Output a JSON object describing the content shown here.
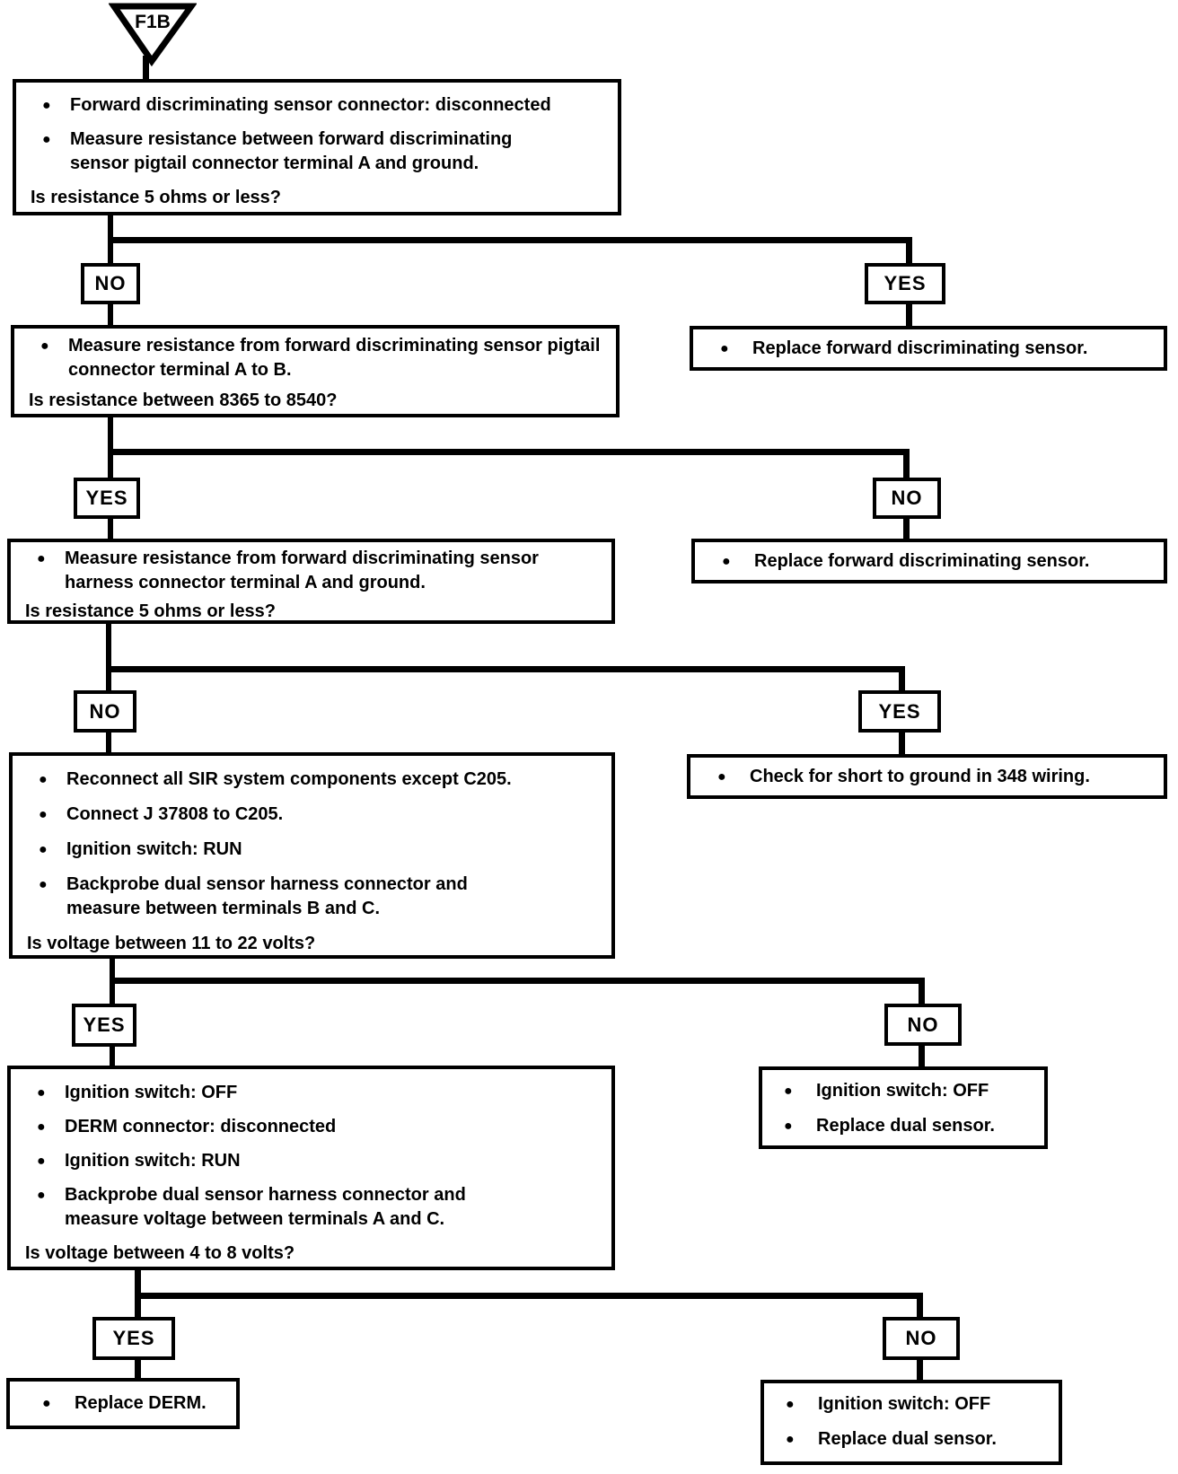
{
  "flag": "F1B",
  "q": [
    {
      "bullets": [
        "Forward discriminating sensor connector: disconnected",
        "Measure resistance between forward discriminating sensor pigtail connector terminal A and ground."
      ],
      "question": "Is resistance 5 ohms or less?"
    },
    {
      "bullets": [
        "Measure resistance from forward discriminating sensor pigtail connector terminal A to B."
      ],
      "question": "Is resistance between 8365 to 8540?"
    },
    {
      "bullets": [
        "Measure resistance from forward discriminating sensor harness connector terminal A and ground."
      ],
      "question": "Is resistance 5 ohms or less?"
    },
    {
      "bullets": [
        "Reconnect all SIR system components except C205.",
        "Connect J 37808 to C205.",
        "Ignition switch: RUN",
        "Backprobe dual sensor harness connector and measure between terminals B and C."
      ],
      "question": "Is voltage between 11 to 22 volts?"
    },
    {
      "bullets": [
        "Ignition switch: OFF",
        "DERM connector: disconnected",
        "Ignition switch: RUN",
        "Backprobe dual sensor harness connector and measure voltage between terminals A and C."
      ],
      "question": "Is voltage between 4 to 8 volts?"
    }
  ],
  "a": [
    {
      "bullets": [
        "Replace forward discriminating sensor."
      ]
    },
    {
      "bullets": [
        "Replace forward discriminating sensor."
      ]
    },
    {
      "bullets": [
        "Check for short to ground in 348 wiring."
      ]
    },
    {
      "bullets": [
        "Ignition switch: OFF",
        "Replace dual sensor."
      ]
    },
    {
      "bullets": [
        "Replace DERM."
      ]
    },
    {
      "bullets": [
        "Ignition switch: OFF",
        "Replace dual sensor."
      ]
    }
  ],
  "branches": [
    {
      "left": "NO",
      "right": "YES"
    },
    {
      "left": "YES",
      "right": "NO"
    },
    {
      "left": "NO",
      "right": "YES"
    },
    {
      "left": "YES",
      "right": "NO"
    },
    {
      "left": "YES",
      "right": "NO"
    }
  ]
}
